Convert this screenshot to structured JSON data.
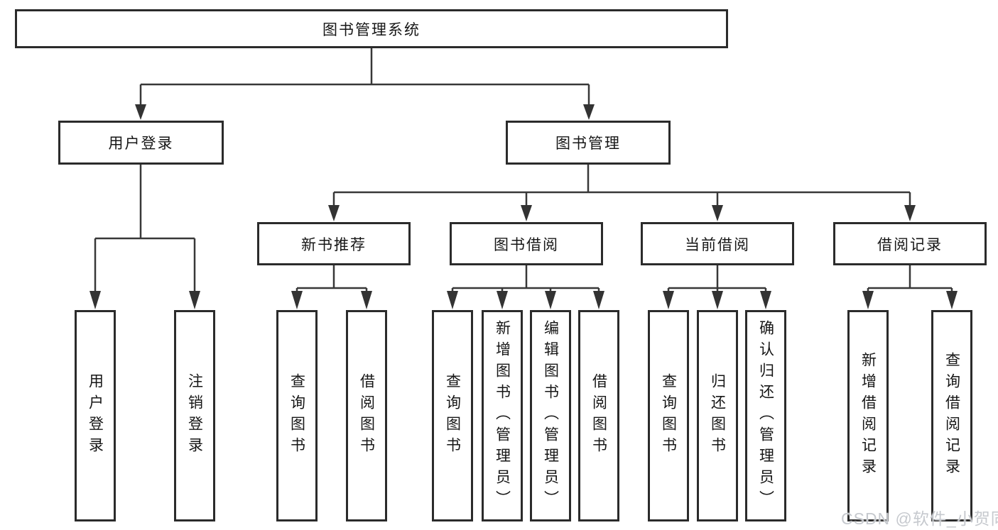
{
  "tree": {
    "root": "图书管理系统",
    "branches": [
      {
        "label": "用户登录",
        "children": [
          "用户登录",
          "注销登录"
        ]
      },
      {
        "label": "图书管理",
        "groups": [
          {
            "label": "新书推荐",
            "children": [
              "查询图书",
              "借阅图书"
            ]
          },
          {
            "label": "图书借阅",
            "children": [
              "查询图书",
              "新增图书（管理员）",
              "编辑图书（管理员）",
              "借阅图书"
            ]
          },
          {
            "label": "当前借阅",
            "children": [
              "查询图书",
              "归还图书",
              "确认归还（管理员）"
            ]
          },
          {
            "label": "借阅记录",
            "children": [
              "新增借阅记录",
              "查询借阅记录"
            ]
          }
        ]
      }
    ]
  },
  "colors": {
    "line": "#383838",
    "box_border": "#2b2b2b",
    "text": "#161616",
    "watermark": "#c6c9ce"
  },
  "watermark": "CSDN @软件_小贺同学"
}
